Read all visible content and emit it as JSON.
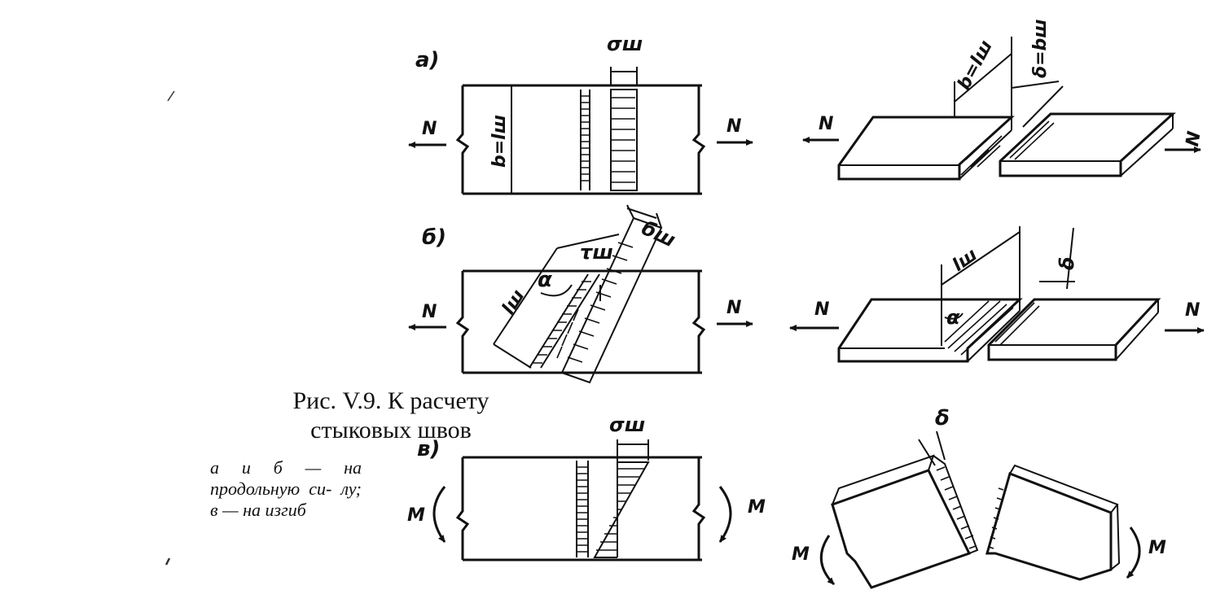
{
  "caption": {
    "title": "Рис.   V.9.   К   расчету",
    "subtitle": "стыковых швов",
    "note": "а и б — на продольную си- лу; в — на изгиб"
  },
  "panels": {
    "a": {
      "label": "а)",
      "force_left": "N",
      "force_right": "N",
      "width_label": "b=lш",
      "stress_label": "σш",
      "iso_width_label": "b=lш",
      "iso_thickness_label": "δ=bш",
      "iso_force_left": "N",
      "iso_force_right": "N"
    },
    "b": {
      "label": "б)",
      "force_left": "N",
      "force_right": "N",
      "length_label": "lш",
      "angle_label": "α",
      "shear_label": "τш",
      "stress_label": "бш",
      "iso_length_label": "lш",
      "iso_thickness_label": "δ",
      "iso_angle_label": "α",
      "iso_force_left": "N",
      "iso_force_right": "N"
    },
    "c": {
      "label": "в)",
      "moment_left": "M",
      "moment_right": "M",
      "stress_label": "σш",
      "iso_thickness_label": "δ",
      "iso_moment_left": "M",
      "iso_moment_right": "M"
    }
  }
}
